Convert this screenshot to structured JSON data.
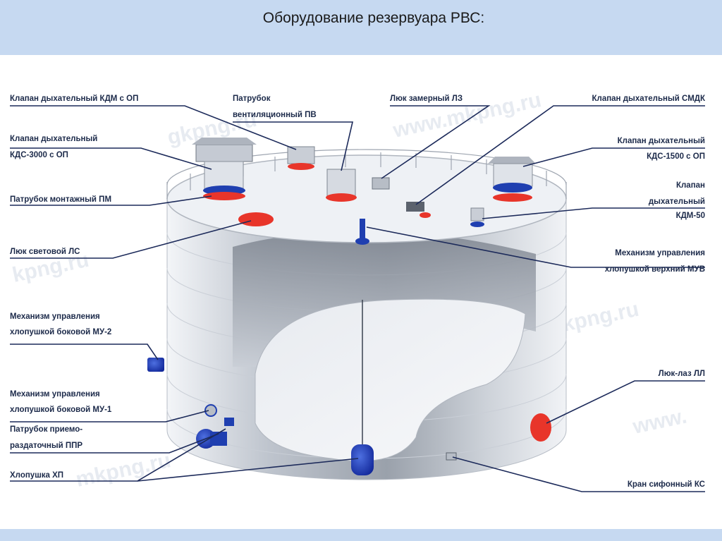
{
  "header": {
    "title": "Оборудование резервуара РВС:"
  },
  "watermarks": [
    "www.mkpng.ru",
    "gkpng.ru",
    "kpng.ru",
    "www.",
    "kpng.ru",
    "mkpng.ru"
  ],
  "labels": [
    {
      "id": "kdm-op",
      "lines": [
        "Клапан дыхательный КДМ с ОП"
      ]
    },
    {
      "id": "kds-3000",
      "lines": [
        "Клапан дыхательный",
        "КДС-3000 с ОП"
      ]
    },
    {
      "id": "pm",
      "lines": [
        "Патрубок монтажный ПМ"
      ]
    },
    {
      "id": "ls",
      "lines": [
        "Люк световой ЛС"
      ]
    },
    {
      "id": "mu2",
      "lines": [
        "Механизм управления",
        "хлопушкой боковой МУ-2"
      ]
    },
    {
      "id": "mu1",
      "lines": [
        "Механизм управления",
        "хлопушкой боковой МУ-1"
      ]
    },
    {
      "id": "ppr",
      "lines": [
        "Патрубок приемо-",
        "раздаточный ППР"
      ]
    },
    {
      "id": "hp",
      "lines": [
        "Хлопушка ХП"
      ]
    },
    {
      "id": "pv",
      "lines": [
        "Патрубок",
        "вентиляционный ПВ"
      ]
    },
    {
      "id": "lz",
      "lines": [
        "Люк замерный ЛЗ"
      ]
    },
    {
      "id": "smdk",
      "lines": [
        "Клапан дыхательный СМДК"
      ]
    },
    {
      "id": "kds-1500",
      "lines": [
        "Клапан дыхательный",
        "КДС-1500 с ОП"
      ]
    },
    {
      "id": "kdm-50",
      "lines": [
        "Клапан",
        "дыхательный",
        "КДМ-50"
      ]
    },
    {
      "id": "muv",
      "lines": [
        "Механизм управления",
        "хлопушкой верхний МУВ"
      ]
    },
    {
      "id": "ll",
      "lines": [
        "Люк-лаз ЛЛ"
      ]
    },
    {
      "id": "ks",
      "lines": [
        "Кран сифонный КС"
      ]
    }
  ],
  "colors": {
    "header_bg": "#c6d9f1",
    "tank_body": "#e4e8ee",
    "leader_line": "#1c2a5a",
    "accent_red": "#e8352a",
    "accent_blue": "#1f3fb0"
  }
}
